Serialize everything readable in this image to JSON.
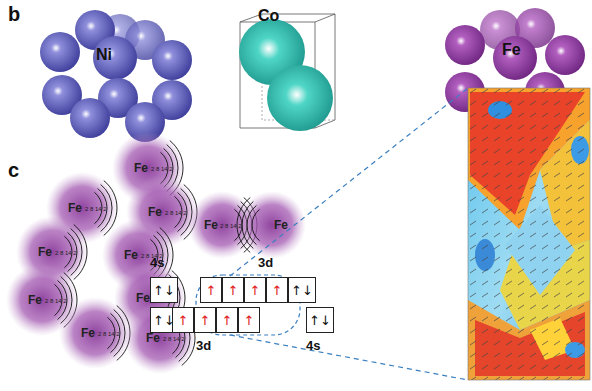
{
  "diagram": {
    "nodes": [
      {
        "text": [
          "↑↓"
        ]
      },
      {
        "text": [
          "↑"
        ]
      },
      {
        "text": [
          "↑"
        ]
      },
      {
        "text": [
          "↑"
        ]
      },
      {
        "text": [
          "↑"
        ]
      },
      {
        "text": [
          "↑↓"
        ]
      },
      {
        "text": [
          "↑↓"
        ]
      },
      {
        "text": [
          "↑"
        ]
      },
      {
        "text": [
          "↑"
        ]
      },
      {
        "text": [
          "↑"
        ]
      },
      {
        "text": [
          "↑"
        ]
      },
      {
        "text": [
          "↑↓"
        ]
      }
    ],
    "labels": [
      "b",
      "Ni",
      "Co",
      "Fe",
      "c",
      "Fe",
      "2 8 14 2",
      "Fe",
      "2 8 14 2",
      "Fe",
      "2 8 14 2",
      "Fe",
      "2 8 14 2",
      "Fe",
      "2 8 14 2",
      "Fe",
      "2 8 14 2",
      "Fe",
      "2 8 14 2",
      "Fe",
      "2 8 14 2",
      "Fe",
      "2 8 14 2",
      "Fe",
      "2 8 14 2",
      "Fe",
      "4s",
      "3d",
      "3d",
      "4s"
    ]
  }
}
